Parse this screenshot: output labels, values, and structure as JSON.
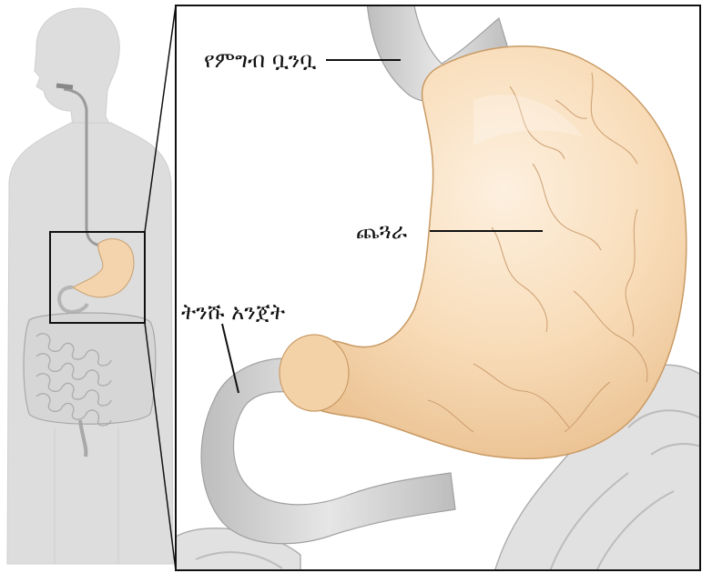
{
  "labels": {
    "esophagus": "የምግብ ቧንቧ",
    "stomach": "ጨጓራ",
    "small_intestine": "ትንሹ አንጀት"
  },
  "colors": {
    "background": "#ffffff",
    "body_silhouette": "#dedede",
    "body_outline": "#c9c9c9",
    "intestine": "#d9d9d9",
    "intestine_outline": "#a9a9a9",
    "stomach_fill": "#f6d8b1",
    "stomach_highlight": "#fbead3",
    "stomach_outline": "#b98d55",
    "vein": "#c59a72",
    "esophagus_tube": "#cfcfcf",
    "frame": "#111111"
  }
}
